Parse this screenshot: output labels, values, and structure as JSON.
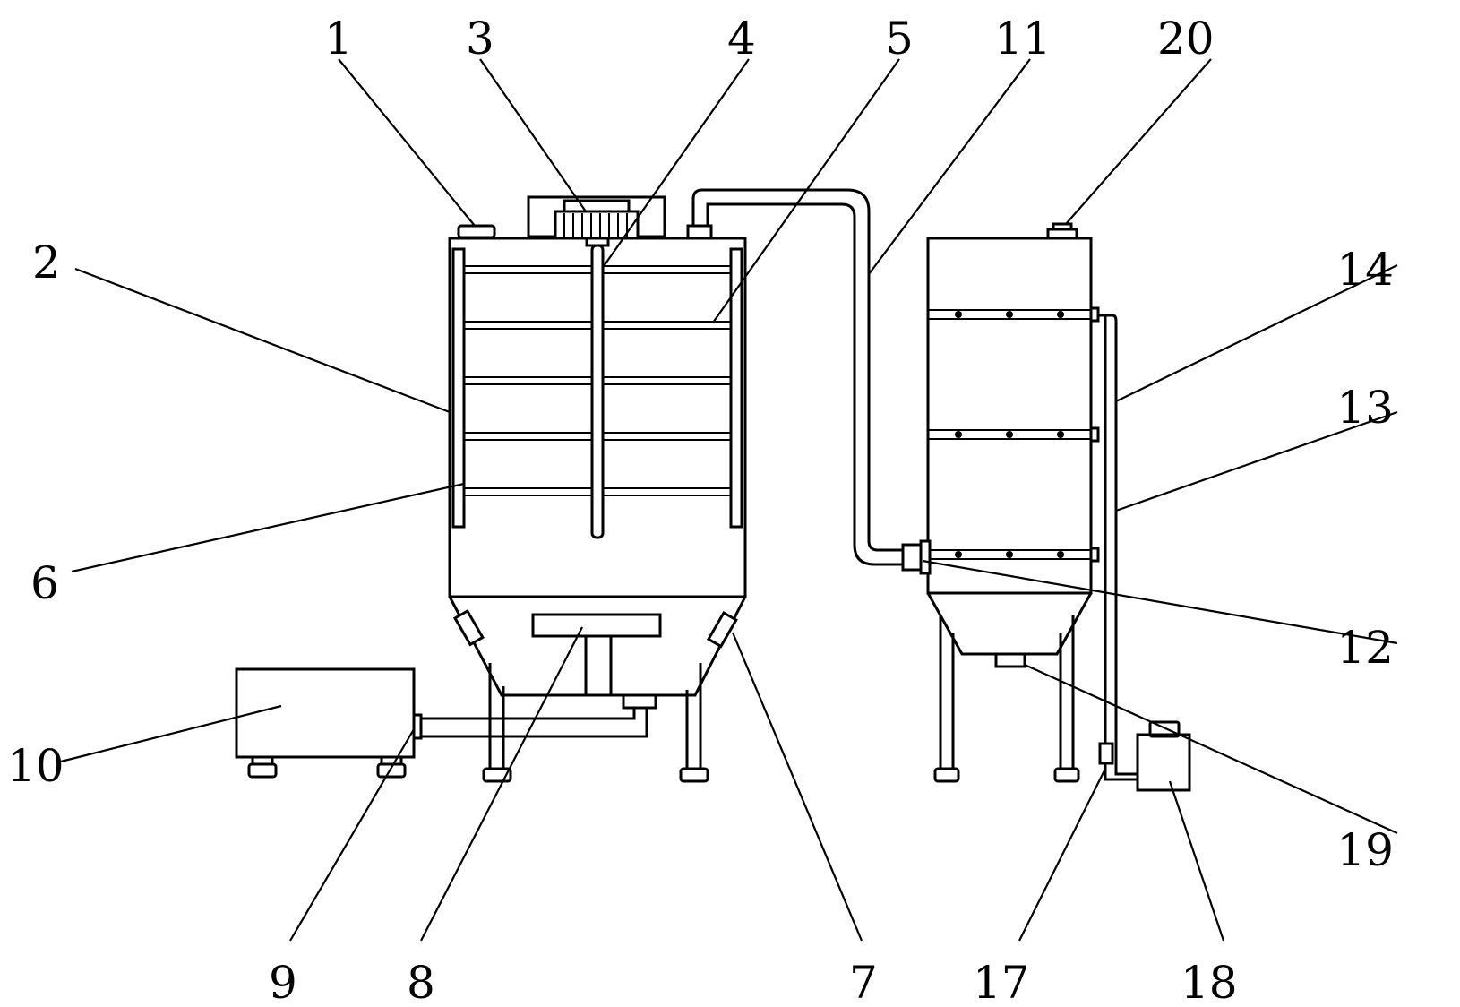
{
  "labels": {
    "l1": "1",
    "l2": "2",
    "l3": "3",
    "l4": "4",
    "l5": "5",
    "l6": "6",
    "l7": "7",
    "l8": "8",
    "l9": "9",
    "l10": "10",
    "l11": "11",
    "l12": "12",
    "l13": "13",
    "l14": "14",
    "l17": "17",
    "l18": "18",
    "l19": "19",
    "l20": "20"
  }
}
